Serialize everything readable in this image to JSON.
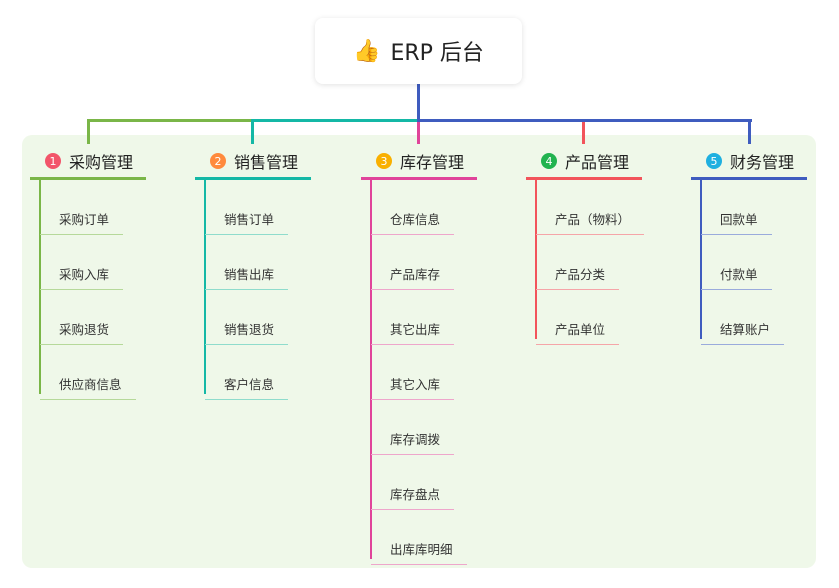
{
  "root": {
    "title": "ERP 后台",
    "icon": "thumbs-up-icon"
  },
  "branches": [
    {
      "num": "1",
      "title": "采购管理",
      "color": "#7ab648",
      "num_color": "#f2556a",
      "child_color": "#b6d99a",
      "children": [
        "采购订单",
        "采购入库",
        "采购退货",
        "供应商信息"
      ]
    },
    {
      "num": "2",
      "title": "销售管理",
      "color": "#14b8a6",
      "num_color": "#ff8a3d",
      "child_color": "#8fdccc",
      "children": [
        "销售订单",
        "销售出库",
        "销售退货",
        "客户信息"
      ]
    },
    {
      "num": "3",
      "title": "库存管理",
      "color": "#e0449a",
      "num_color": "#f9b000",
      "child_color": "#eea6cb",
      "children": [
        "仓库信息",
        "产品库存",
        "其它出库",
        "其它入库",
        "库存调拨",
        "库存盘点",
        "出库库明细"
      ]
    },
    {
      "num": "4",
      "title": "产品管理",
      "color": "#f2545b",
      "num_color": "#21b34f",
      "child_color": "#f5a5a8",
      "children": [
        "产品（物料）",
        "产品分类",
        "产品单位"
      ]
    },
    {
      "num": "5",
      "title": "财务管理",
      "color": "#3f5cbf",
      "num_color": "#1fb0e0",
      "child_color": "#9aabdc",
      "children": [
        "回款单",
        "付款单",
        "结算账户"
      ]
    }
  ]
}
